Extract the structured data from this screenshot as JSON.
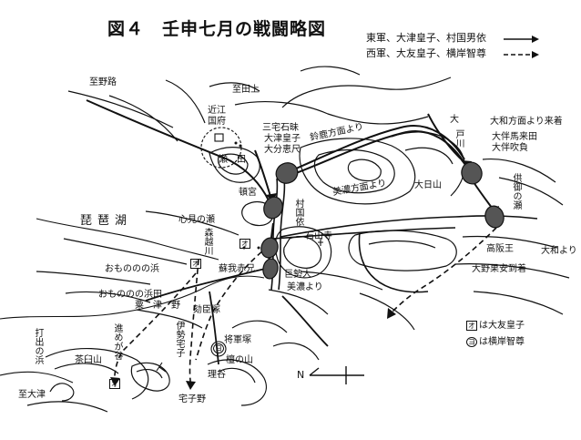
{
  "title": "図４　壬申七月の戦闘略図",
  "legend": {
    "east": "東軍、大津皇子、村国男依",
    "west": "西軍、大友皇子、横岸智尊"
  },
  "labels": {
    "shinobiji": "至野路",
    "shitakami": "至田上",
    "oumi_kokufu": "近江国府",
    "seta": "瀬　田",
    "sanmaki": "三宅石昧",
    "otsu_miko": "大津皇子",
    "bun_esaka": "大分恵尺",
    "suzuka": "鈴鹿方面より",
    "oto": "大",
    "tokawa": "戸川",
    "yamato_kita": "大和方面より来着",
    "otomo_mau": "大伴馬来田",
    "otomo_fuki": "大伴吹負",
    "yoriniya": "頓宮",
    "muraguni": "村国依",
    "mino_yori": "美濃方面より",
    "ohiyama": "大日山",
    "kyogo_no_se": "供御の瀬",
    "biwako": "琵琶湖",
    "kokoro_no_se": "心見の瀬",
    "morikoshi": "森越川",
    "ishiyama": "石山寺",
    "sogashi": "蘇我赤兄",
    "kose_hito": "巨勢人",
    "takasakao": "高阪王",
    "yamato_yori": "大和より",
    "onohate": "大野果安到着",
    "omonono": "おもののの浜",
    "omonono2": "おもののの浜田",
    "awazu": "粟　津　野",
    "mino_yori2": "美濃より",
    "uchide": "打出の浜",
    "susume": "進めが谷",
    "hasatsuka": "劾臣塚",
    "ise_yako": "伊勢宅子",
    "shogunzuka": "将軍塚",
    "chausuyama": "茶臼山",
    "sonoyama": "檀の山",
    "riya": "理谷",
    "shiotsu": "至大津",
    "takonono": "宅子野"
  },
  "notes": {
    "otomo": "は大友皇子",
    "yokogishi": "は横岸智尊"
  },
  "badge_letters": {
    "otomo": "オ",
    "yokogishi": "ヨ"
  },
  "north": {
    "letter": "N"
  }
}
